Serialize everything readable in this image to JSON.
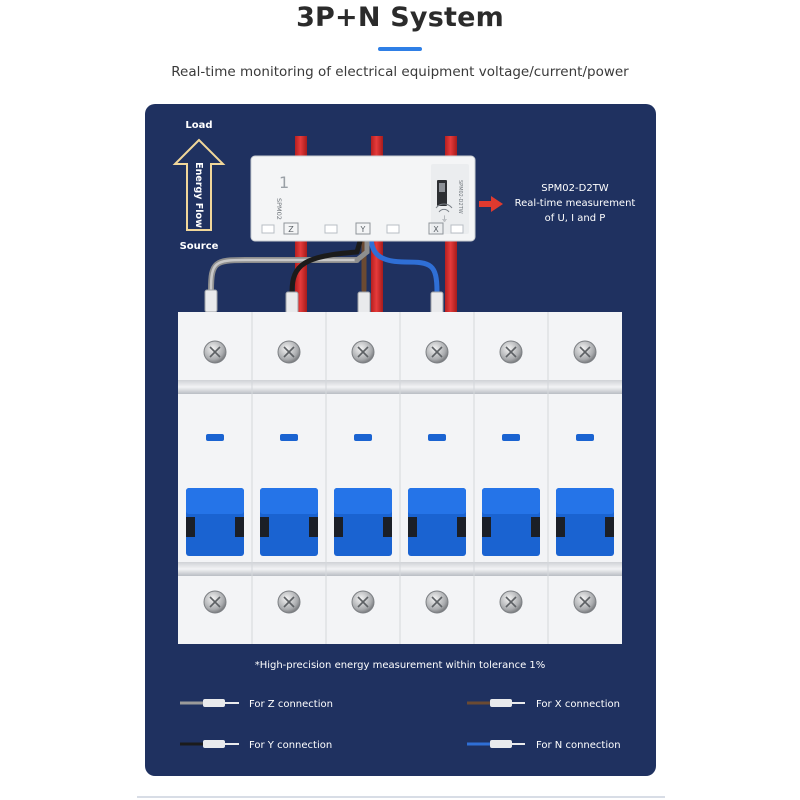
{
  "title": "3P+N System",
  "subtitle": "Real-time monitoring of electrical equipment voltage/current/power",
  "energy_flow": {
    "top_label": "Load",
    "arrow_label": "Energy Flow",
    "bottom_label": "Source"
  },
  "meter": {
    "model_printed": "SPM02",
    "model_side": "SPM02-D2TW",
    "digit": "1",
    "terminals": [
      "Z",
      "Y",
      "X"
    ]
  },
  "callout": {
    "model": "SPM02-D2TW",
    "line2": "Real-time measurement",
    "line3": "of U, I and P"
  },
  "note": "*High-precision energy measurement within tolerance 1%",
  "legend": [
    {
      "label": "For Z connection",
      "wire_color": "#9a9a9a"
    },
    {
      "label": "For Y connection",
      "wire_color": "#1b1b1b"
    },
    {
      "label": "For X connection",
      "wire_color": "#6b4a32"
    },
    {
      "label": "For N connection",
      "wire_color": "#2f6fd6"
    }
  ],
  "colors": {
    "panel": "#1f3160",
    "accent": "#2f7fe6",
    "breaker_handle": "#1a63d1",
    "busbar": "#d42a2a",
    "arrow_callout": "#e03a2f",
    "energy_arrow": "#f1d79a"
  }
}
